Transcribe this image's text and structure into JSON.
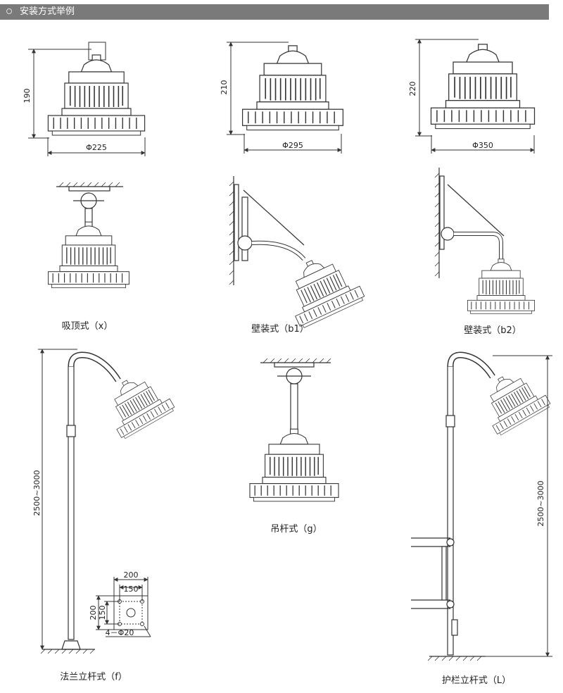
{
  "header": {
    "title": "安装方式举例"
  },
  "dimensions": {
    "d225": "Φ225",
    "h190": "190",
    "d295": "Φ295",
    "h210": "210",
    "d350": "Φ350",
    "h220": "220",
    "pole_f": "2500~3000",
    "pole_l": "2500~3000",
    "flange_w200": "200",
    "flange_w150": "150",
    "flange_h200": "200",
    "flange_h150": "150",
    "flange_holes": "4－Φ20"
  },
  "captions": {
    "x": "吸顶式（x）",
    "b1": "壁装式（b1）",
    "b2": "壁装式（b2）",
    "g": "吊杆式（g）",
    "f": "法兰立杆式（f）",
    "L": "护栏立杆式（L）"
  }
}
